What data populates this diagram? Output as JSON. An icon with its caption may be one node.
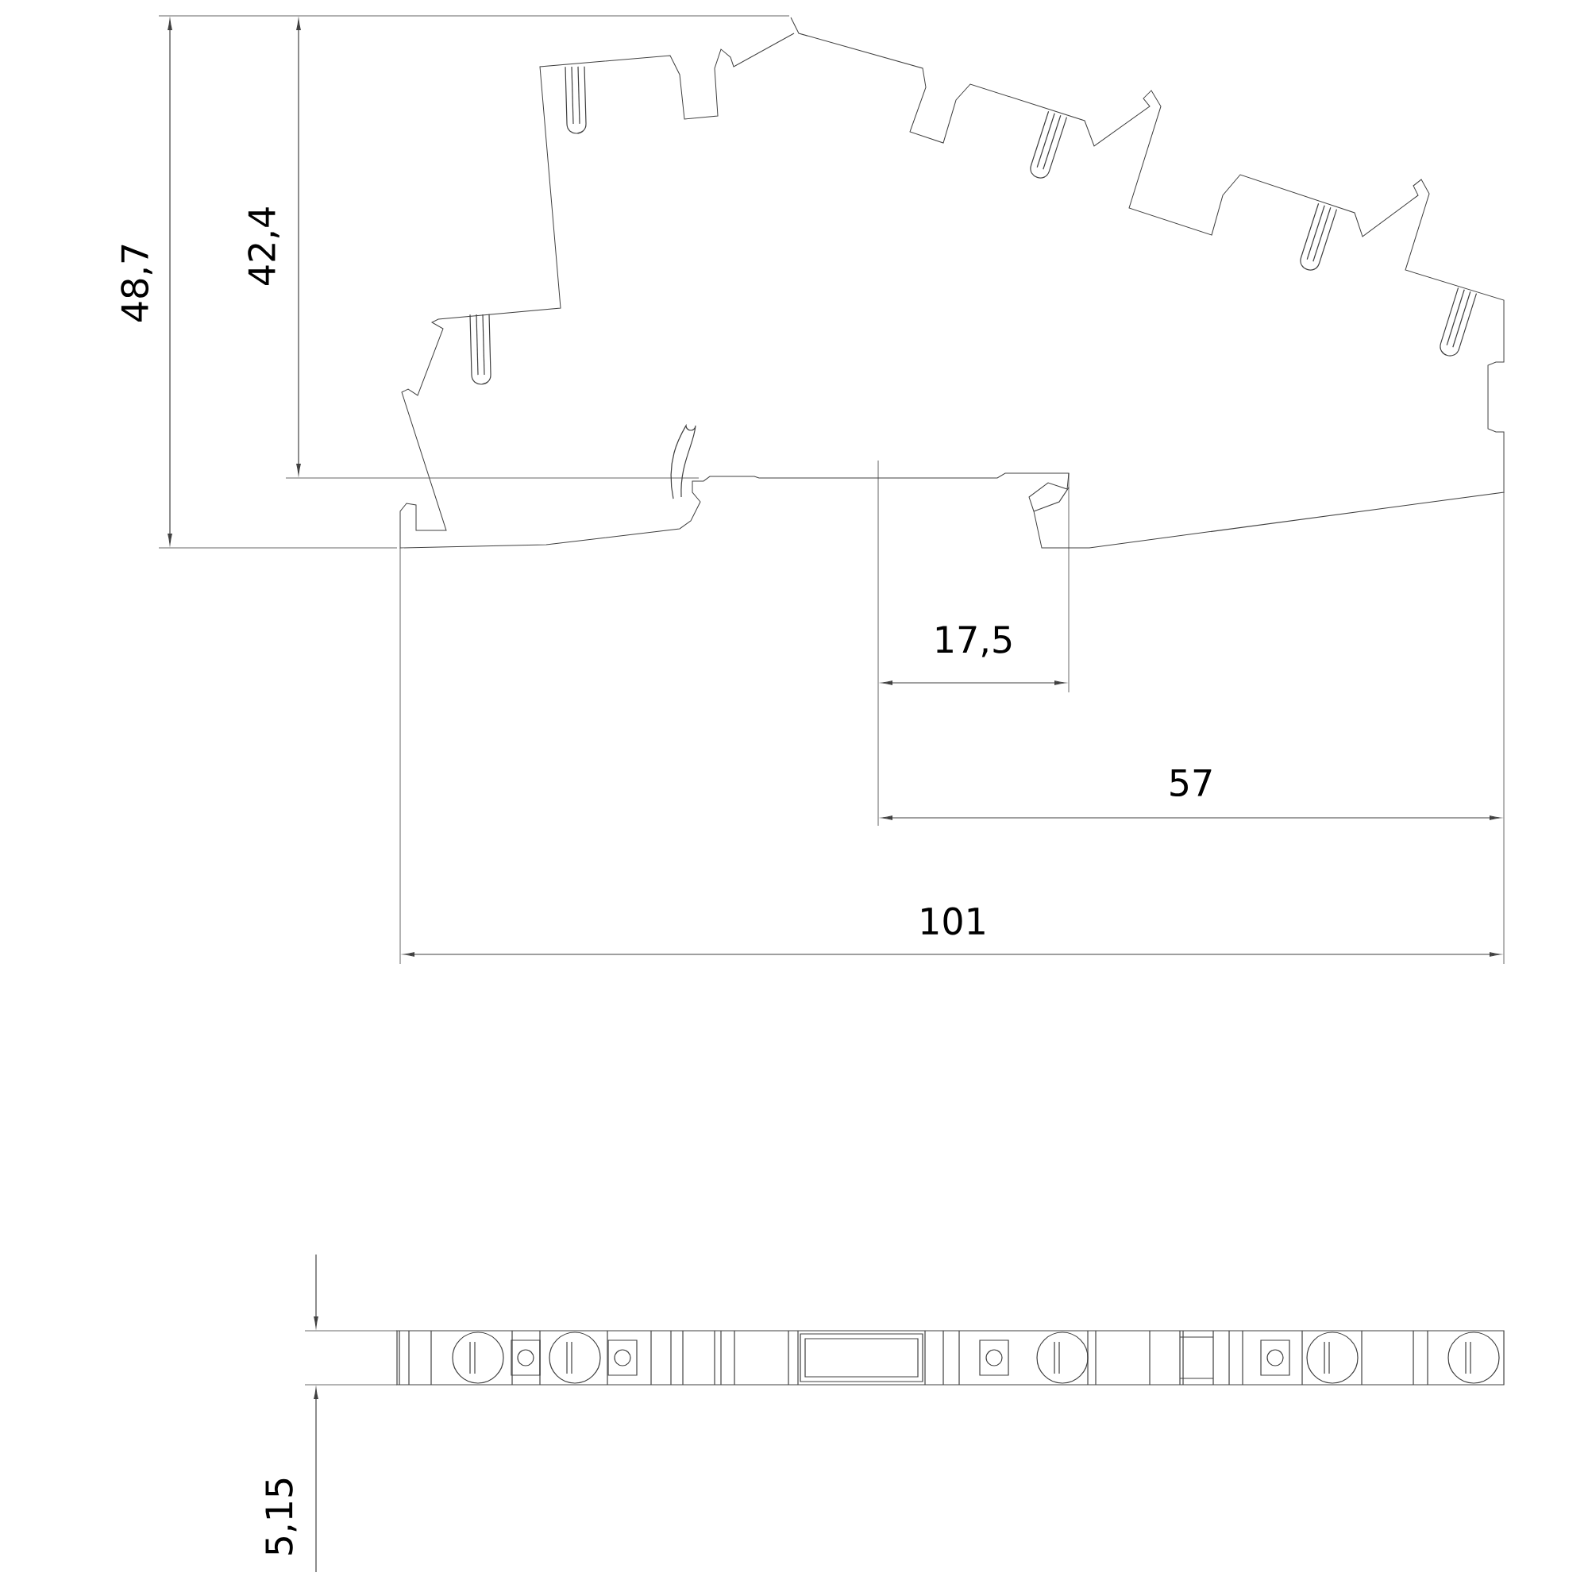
{
  "diagram": {
    "labels": [
      "48,7",
      "42,4",
      "17,5",
      "57",
      "101",
      "5,15"
    ]
  }
}
